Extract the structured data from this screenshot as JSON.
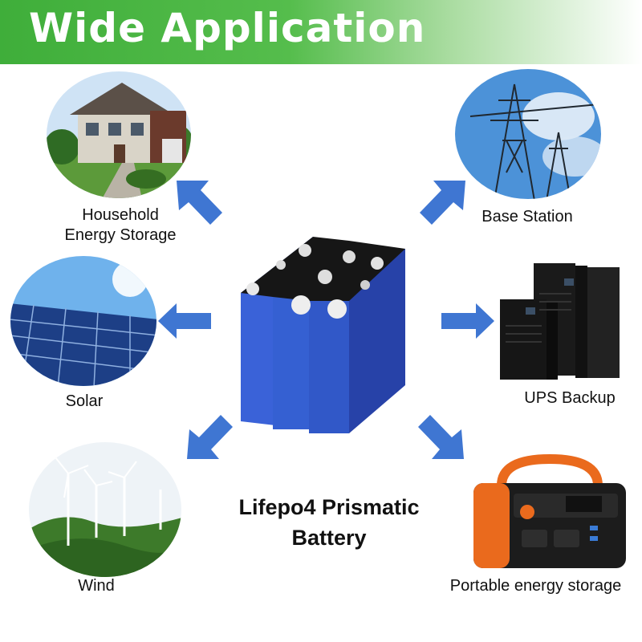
{
  "banner": {
    "title": "Wide Application"
  },
  "product": {
    "title_line1": "Lifepo4 Prismatic",
    "title_line2": "Battery"
  },
  "applications": {
    "household": "Household\nEnergy Storage",
    "base_station": "Base Station",
    "solar": "Solar",
    "ups": "UPS Backup",
    "wind": "Wind",
    "portable": "Portable energy storage"
  },
  "colors": {
    "banner_green": "#3fae3a",
    "arrow_blue": "#3f76d2",
    "cell_blue": "#2f53c6"
  },
  "icons": {
    "arrow": "arrow-icon"
  }
}
